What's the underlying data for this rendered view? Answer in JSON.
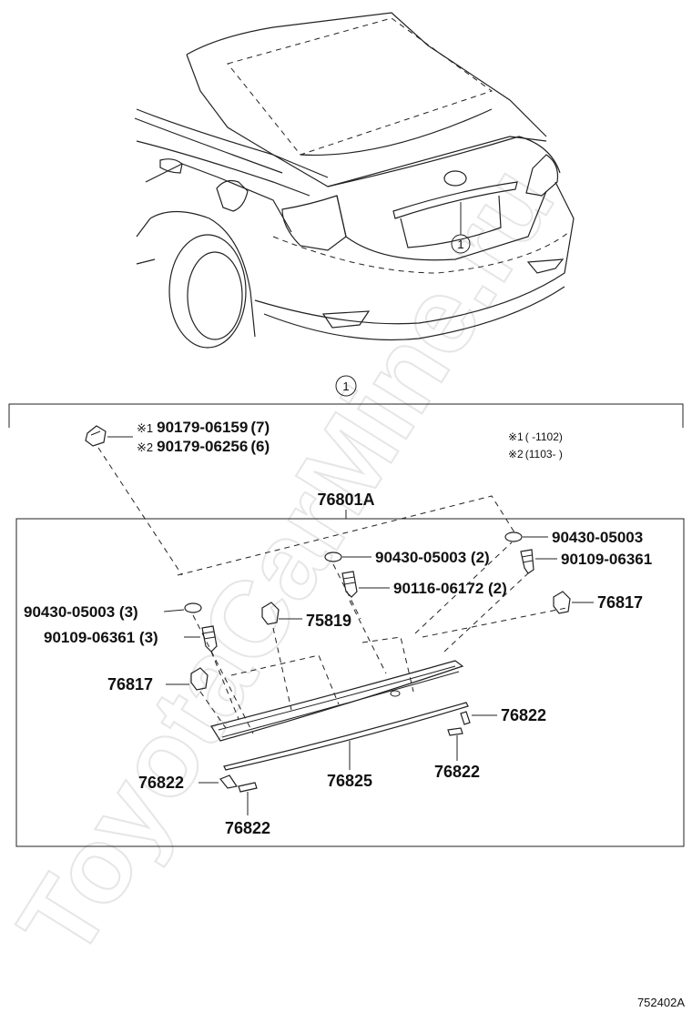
{
  "diagram": {
    "callout_number": "1",
    "top_callout_number": "1",
    "notes": [
      {
        "mark": "※1",
        "text": "(      -1102)"
      },
      {
        "mark": "※2",
        "text": "(1103-      )"
      }
    ],
    "clip_variants": [
      {
        "mark": "※1",
        "part": "90179-06159",
        "qty": "(7)"
      },
      {
        "mark": "※2",
        "part": "90179-06256",
        "qty": "(6)"
      }
    ],
    "assembly_label": "76801A",
    "parts": {
      "washer_top_right": "90430-05003",
      "washer_center": "90430-05003 (2)",
      "screw_right": "90109-06361",
      "bolt_center": "90116-06172 (2)",
      "washer_left": "90430-05003 (3)",
      "screw_left": "90109-06361 (3)",
      "clip_center": "75819",
      "clip_right": "76817",
      "clip_left": "76817",
      "tape_right_upper": "76822",
      "tape_right_lower": "76822",
      "strip": "76825",
      "tape_left_upper": "76822",
      "tape_left_lower": "76822"
    },
    "reference_code": "752402A",
    "watermark": "ToyotaCarMine.ru"
  }
}
